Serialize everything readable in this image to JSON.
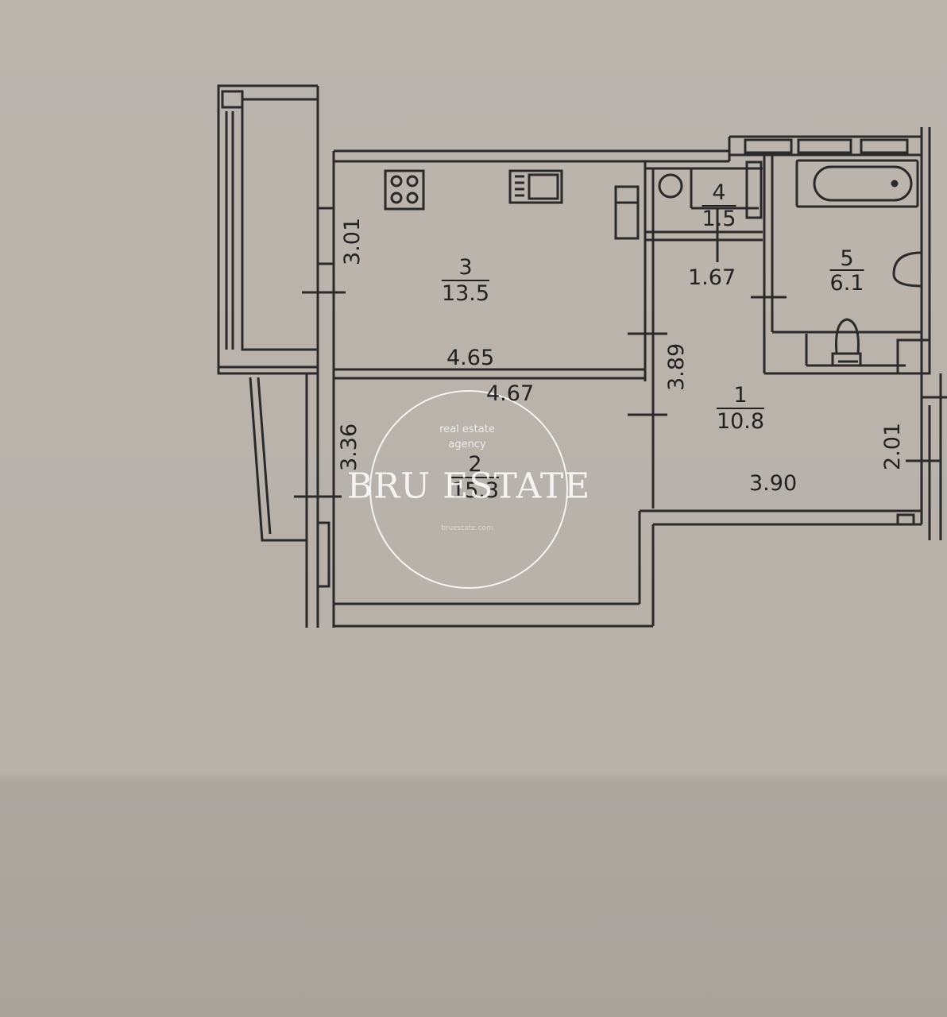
{
  "rooms": [
    {
      "id": "r1",
      "number": "1",
      "area": "10.8"
    },
    {
      "id": "r2",
      "number": "2",
      "area": "15.3"
    },
    {
      "id": "r3",
      "number": "3",
      "area": "13.5"
    },
    {
      "id": "r4",
      "number": "4",
      "area": "1.5"
    },
    {
      "id": "r5",
      "number": "5",
      "area": "6.1"
    }
  ],
  "dimensions": {
    "kitchen_height": "3.01",
    "kitchen_width": "4.65",
    "room_width": "4.67",
    "room_height": "3.36",
    "corridor_height": "3.89",
    "corridor_width": "3.90",
    "entry_width": "2.01",
    "storage_width": "1.67"
  },
  "watermark": {
    "name": "BRU ESTATE",
    "tagline_1": "real estate",
    "tagline_2": "agency",
    "url": "bruestate.com"
  },
  "colors": {
    "paper": "#b9b3ac",
    "ink": "#2a2a2a",
    "watermark": "#ffffff"
  }
}
